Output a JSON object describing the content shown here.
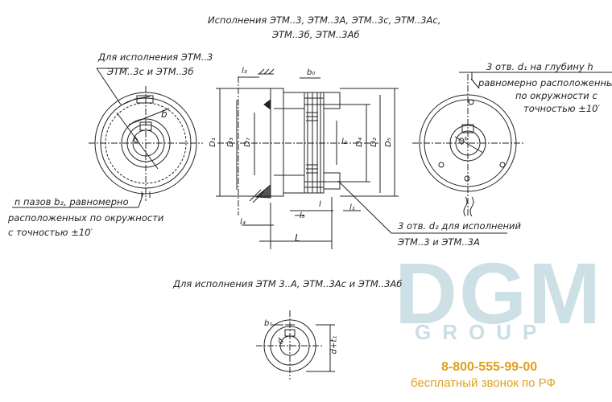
{
  "title_line1": "Исполнения ЭТМ..3, ЭТМ..3А, ЭТМ..3с, ЭТМ..3Ас,",
  "title_line2": "ЭТМ..3б, ЭТМ..3Аб",
  "left_note_line1": "Для исполнения ЭТМ..3",
  "left_note_line2": "ЭТМ..3с и ЭТМ..3б",
  "slot_note_line1": "n пазов b₂, равномерно",
  "slot_note_line2": "расположенных по окружности",
  "slot_note_line3": "с точностью ±10′",
  "right_note_line1": "3 отв. d₁ на глубину h",
  "right_note_line2": "равномерно расположенных",
  "right_note_line3": "по окружности с",
  "right_note_line4": "точностью ±10′",
  "hole_note_line1": "3 отв. d₂ для исполнений",
  "hole_note_line2": "ЭТМ..3 и ЭТМ..3А",
  "bottom_title": "Для исполнения ЭТМ 3..А, ЭТМ..3Ас и ЭТМ..3Аб",
  "dims": {
    "l3": "l₃",
    "b0": "b₀",
    "D1": "D₁",
    "D3": "D₃",
    "D7": "D₇",
    "l2": "l₂",
    "D4": "D₄",
    "D2": "D₂",
    "D5": "D₅",
    "l4": "l₄",
    "l5": "l₅",
    "l": "l",
    "l1": "l₁",
    "L": "L",
    "b": "b",
    "d": "d",
    "D6": "D₆",
    "b1": "b₁",
    "d_small": "d",
    "d_t1": "d+t₁"
  },
  "watermark": {
    "logo": "DGM",
    "group": "GROUP"
  },
  "phone": "8-800-555-99-00",
  "phone_note": "бесплатный звонок по РФ",
  "colors": {
    "line": "#222222",
    "watermark": "#9fc2cc",
    "phone": "#e0a020"
  }
}
